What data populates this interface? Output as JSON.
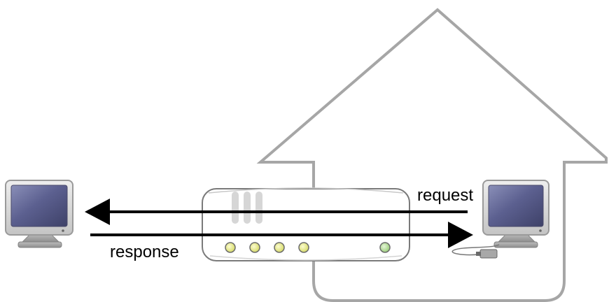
{
  "labels": {
    "request": "request",
    "response": "response"
  },
  "icons": {
    "house": "house-outline-icon",
    "left_computer": "computer-monitor-icon",
    "right_computer": "computer-monitor-icon",
    "router": "router-device-icon",
    "usb_cable": "usb-cable-icon"
  },
  "colors": {
    "house_outline": "#a6a6a6",
    "arrow": "#000000",
    "monitor_bezel": "#d9d9d9",
    "monitor_screen": "#5a5e85",
    "router_body": "#ffffff",
    "router_led": "#e6e89a",
    "router_led_green": "#bfe3a6"
  },
  "router": {
    "led_count": 5
  }
}
